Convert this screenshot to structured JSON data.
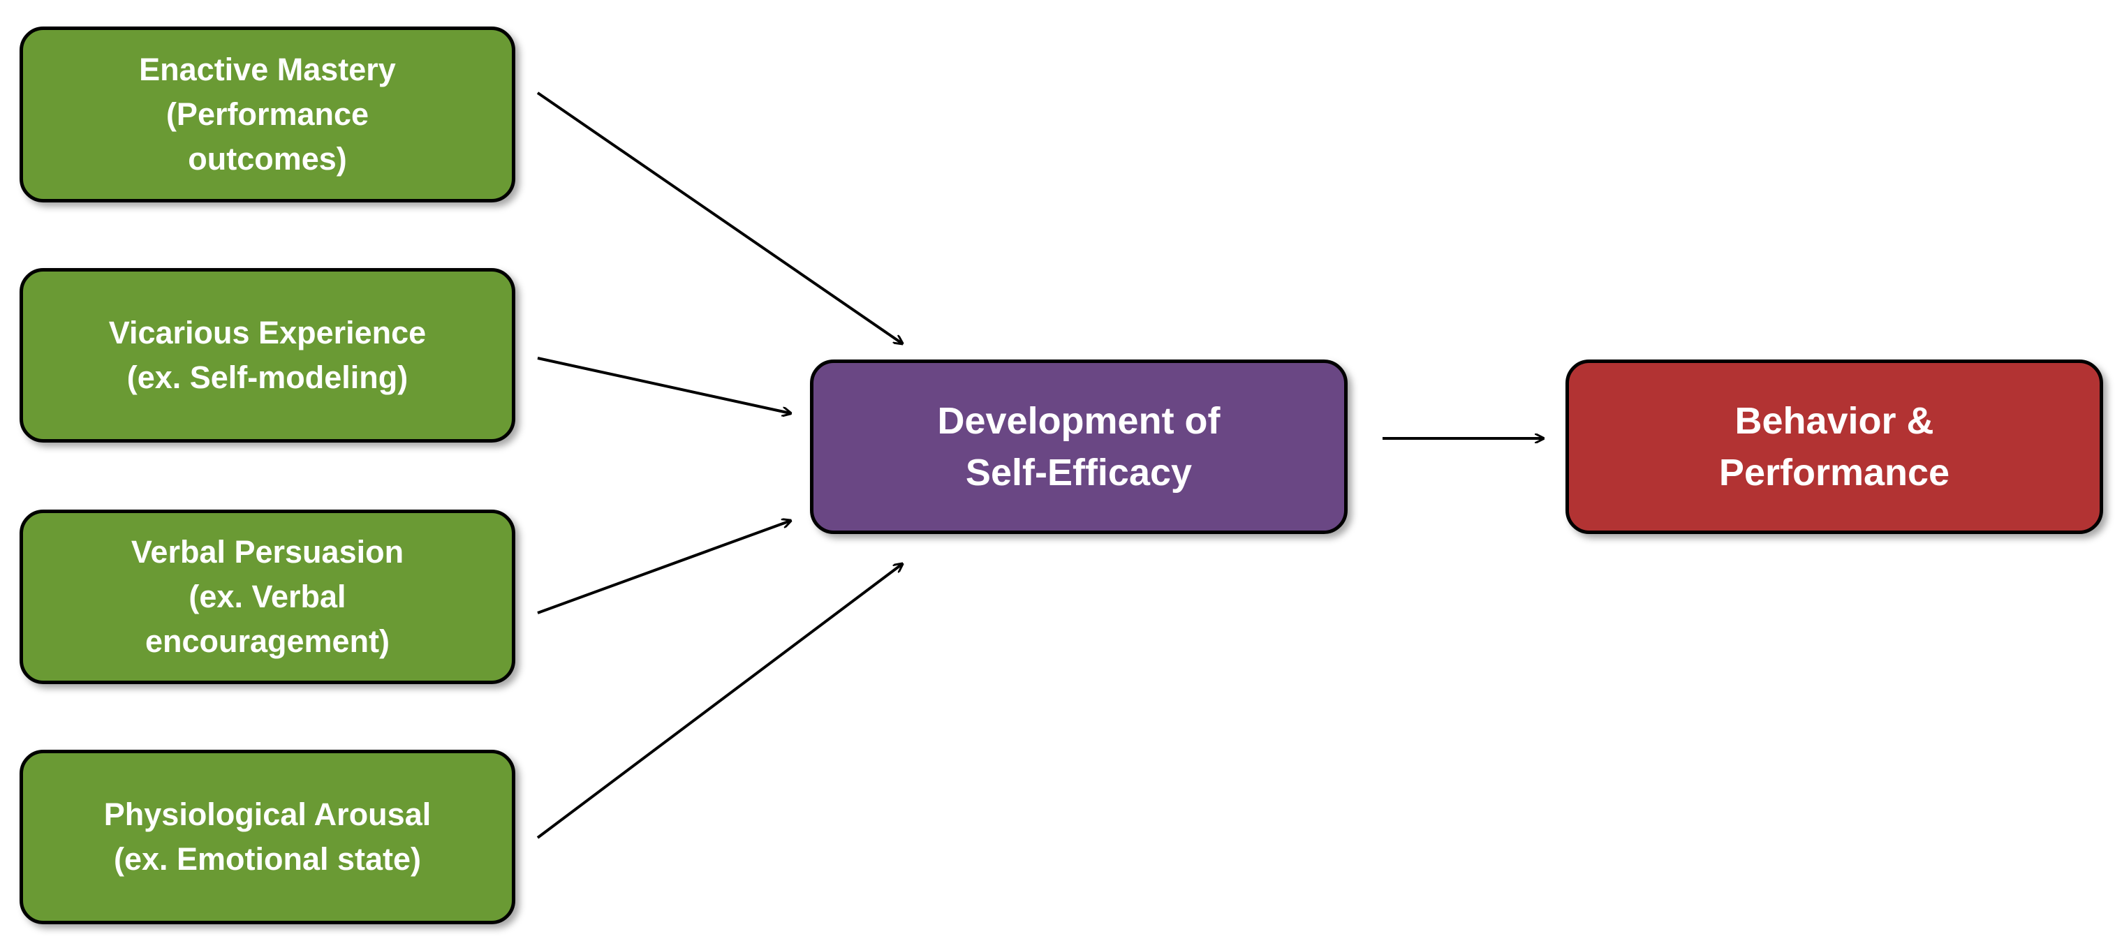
{
  "colors": {
    "source_fill": "#6a9a34",
    "center_fill": "#6a4784",
    "outcome_fill": "#b23333",
    "border": "#000000",
    "text": "#ffffff",
    "arrow": "#000000"
  },
  "sources": [
    {
      "id": "enactive",
      "lines": [
        "Enactive Mastery",
        "(Performance",
        "outcomes)"
      ]
    },
    {
      "id": "vicarious",
      "lines": [
        "Vicarious Experience",
        "(ex. Self-modeling)"
      ]
    },
    {
      "id": "verbal",
      "lines": [
        "Verbal Persuasion",
        "(ex. Verbal",
        "encouragement)"
      ]
    },
    {
      "id": "physiological",
      "lines": [
        "Physiological Arousal",
        "(ex. Emotional state)"
      ]
    }
  ],
  "center": {
    "lines": [
      "Development of",
      "Self-Efficacy"
    ]
  },
  "outcome": {
    "lines": [
      "Behavior &",
      "Performance"
    ]
  },
  "edges": [
    {
      "from": "enactive",
      "to": "center"
    },
    {
      "from": "vicarious",
      "to": "center"
    },
    {
      "from": "verbal",
      "to": "center"
    },
    {
      "from": "physiological",
      "to": "center"
    },
    {
      "from": "center",
      "to": "outcome"
    }
  ]
}
